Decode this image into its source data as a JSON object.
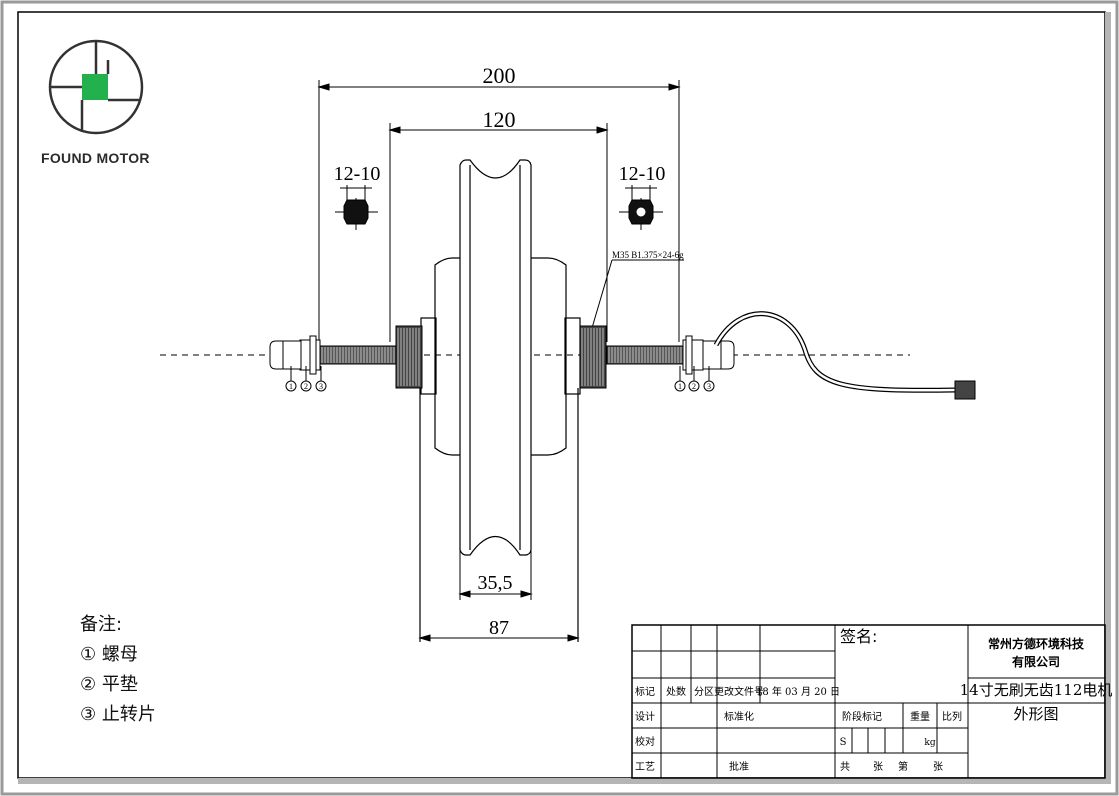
{
  "brand": {
    "name": "FOUND MOTOR",
    "accent_color": "#22b14c"
  },
  "dimensions": {
    "overall_width": "200",
    "inner_width": "120",
    "left_nut": "12-10",
    "right_nut": "12-10",
    "thread_spec": "M35 B1.375×24-6g",
    "rim_width": "35,5",
    "hub_width": "87"
  },
  "part_callouts": [
    "1",
    "2",
    "3"
  ],
  "notes": {
    "title": "备注:",
    "items": [
      "① 螺母",
      "② 平垫",
      "③ 止转片"
    ]
  },
  "title_block": {
    "signature_label": "签名:",
    "company_line1": "常州方德环境科技",
    "company_line2": "有限公司",
    "drawing_title_line1": "14寸无刷无齿112电机",
    "drawing_title_line2": "外形图",
    "row_labels": [
      "标记",
      "设计",
      "校对",
      "工艺"
    ],
    "header_cells": [
      "处数",
      "分区",
      "更改文件号"
    ],
    "date": "18 年 03 月 20 日",
    "standardization": "标准化",
    "approval": "批准",
    "stage_mark": "阶段标记",
    "weight": "重量",
    "scale": "比列",
    "stage_s": "S",
    "unit_kg": "kg",
    "sheet_total": "共",
    "sheet_unit1": "张",
    "sheet_no": "第",
    "sheet_unit2": "张"
  }
}
